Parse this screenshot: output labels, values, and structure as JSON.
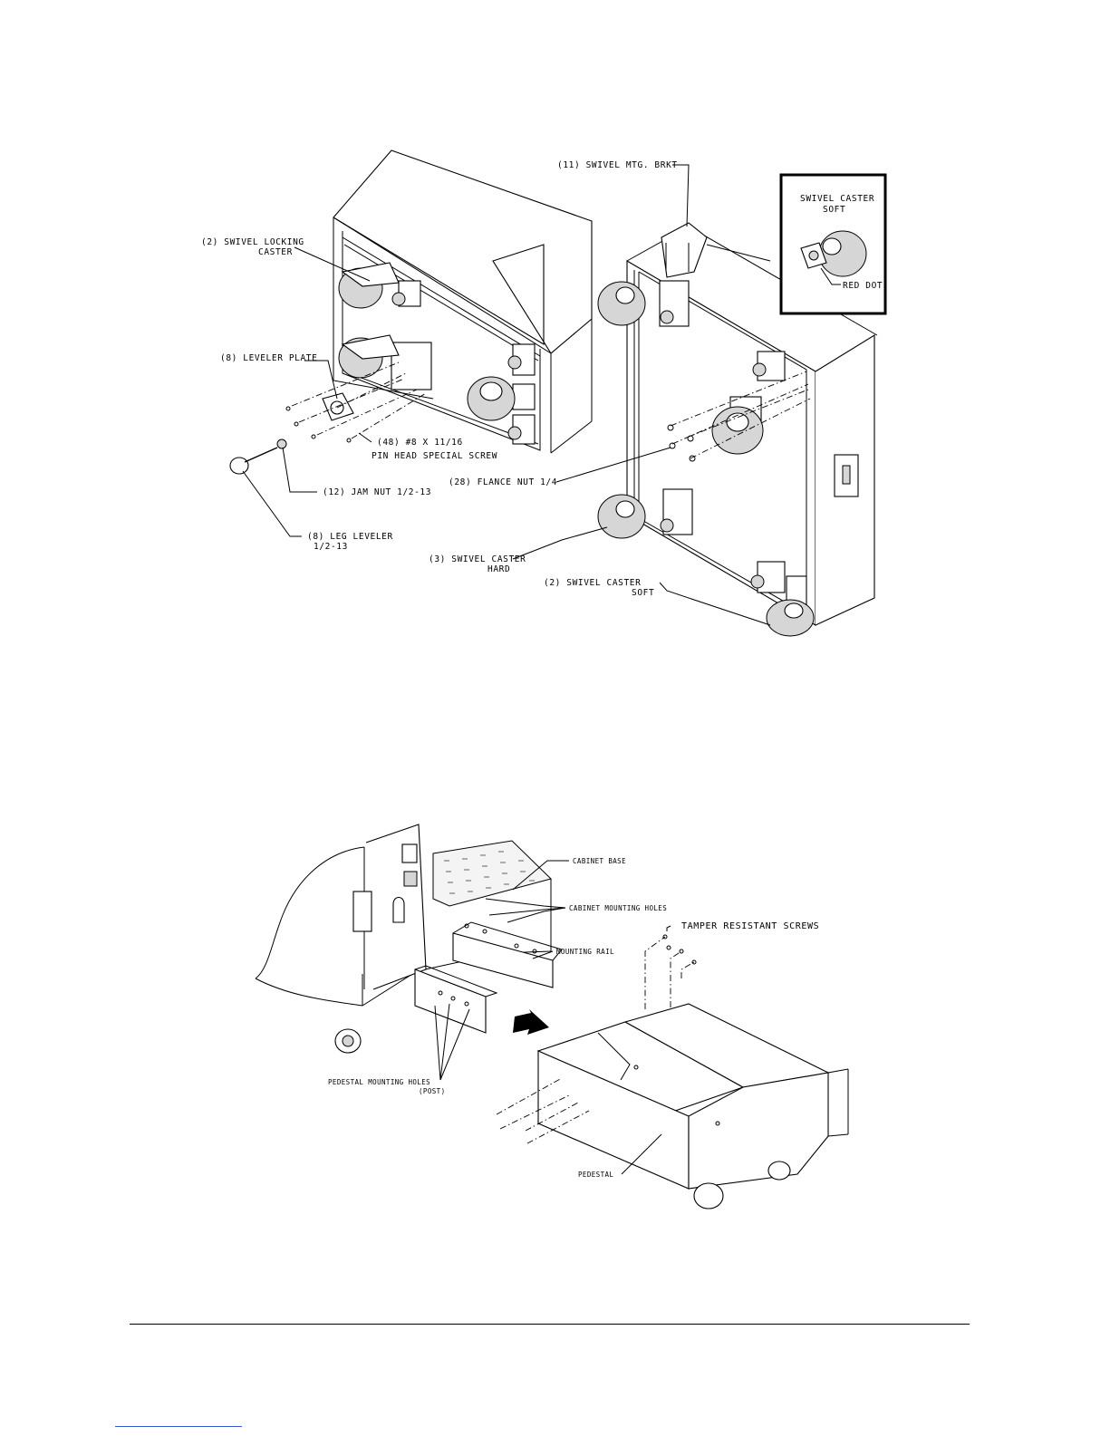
{
  "figure_top": {
    "labels": {
      "swivel_locking_caster_1": "(2) SWIVEL LOCKING",
      "swivel_locking_caster_2": "CASTER",
      "leveler_plate": "(8) LEVELER PLATE",
      "special_screw_1": "(48) #8 X 11/16",
      "special_screw_2": "PIN HEAD SPECIAL SCREW",
      "jam_nut": "(12) JAM NUT 1/2-13",
      "leg_leveler_1": "(8) LEG LEVELER",
      "leg_leveler_2": "1/2-13",
      "swivel_mtg_brkt": "(11) SWIVEL MTG. BRKT",
      "flange_nut": "(28) FLANCE NUT 1/4",
      "swivel_caster_hard_1": "(3) SWIVEL CASTER",
      "swivel_caster_hard_2": "HARD",
      "swivel_caster_soft_1": "(2) SWIVEL CASTER",
      "swivel_caster_soft_2": "SOFT"
    },
    "inset": {
      "title_1": "SWIVEL CASTER",
      "title_2": "SOFT",
      "red_dot": "RED DOT"
    }
  },
  "figure_bottom": {
    "labels": {
      "cabinet_base": "CABINET BASE",
      "cabinet_mounting_holes": "CABINET MOUNTING HOLES",
      "tamper_resistant_screws": "TAMPER RESISTANT SCREWS",
      "mounting_rail": "MOUNTING RAIL",
      "pedestal_mounting_holes_1": "PEDESTAL MOUNTING HOLES",
      "pedestal_mounting_holes_2": "(POST)",
      "pedestal": "PEDESTAL"
    }
  }
}
